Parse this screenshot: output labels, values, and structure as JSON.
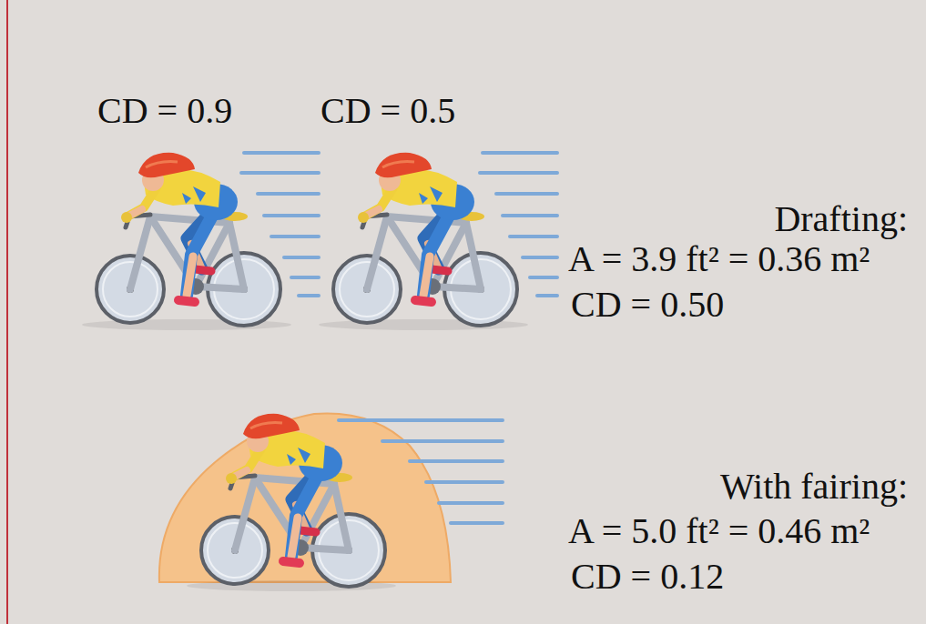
{
  "diagram": {
    "labels": [
      "CD = 0.9",
      "CD = 0.5",
      "Drafting:",
      "A = 3.9 ft² = 0.36 m²",
      "CD = 0.50",
      "With fairing:",
      "A = 5.0 ft² = 0.46 m²",
      "CD = 0.12"
    ]
  }
}
